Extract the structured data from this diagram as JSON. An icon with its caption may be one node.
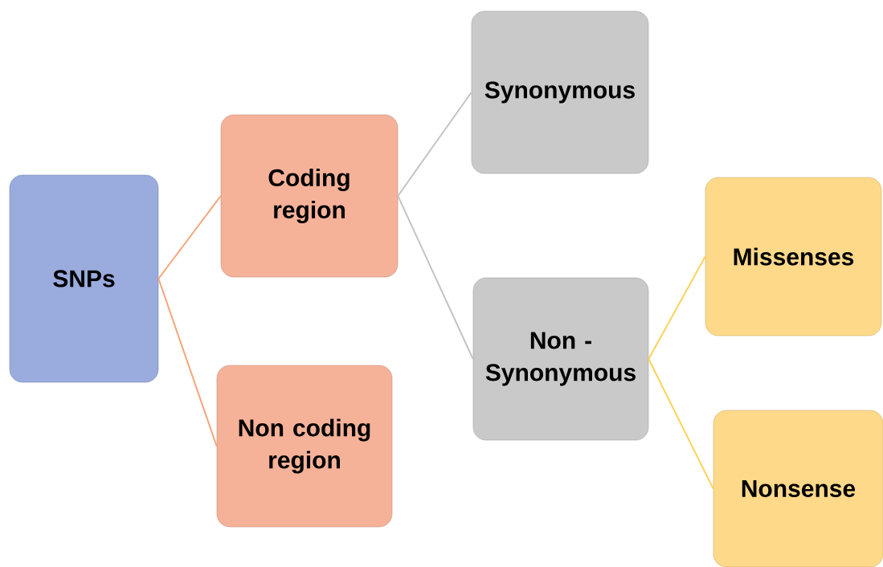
{
  "diagram": {
    "nodes": [
      {
        "text": [
          "SNPs"
        ]
      },
      {
        "text": [
          "Coding region"
        ]
      },
      {
        "text": [
          "Non coding region"
        ]
      },
      {
        "text": [
          "Synonymous"
        ]
      },
      {
        "text": [
          "Non - Synonymous"
        ]
      },
      {
        "text": [
          "Missenses"
        ]
      },
      {
        "text": [
          "Nonsense"
        ]
      }
    ],
    "edges": [
      {
        "from": 0,
        "to": 1,
        "arrow": "none",
        "color": "#f4a57a"
      },
      {
        "from": 0,
        "to": 2,
        "arrow": "none",
        "color": "#f4a57a"
      },
      {
        "from": 1,
        "to": 3,
        "arrow": "none",
        "color": "#c4c4c4"
      },
      {
        "from": 1,
        "to": 4,
        "arrow": "none",
        "color": "#c4c4c4"
      },
      {
        "from": 4,
        "to": 5,
        "arrow": "none",
        "color": "#fbd35a"
      },
      {
        "from": 4,
        "to": 6,
        "arrow": "none",
        "color": "#fbd35a"
      }
    ]
  }
}
